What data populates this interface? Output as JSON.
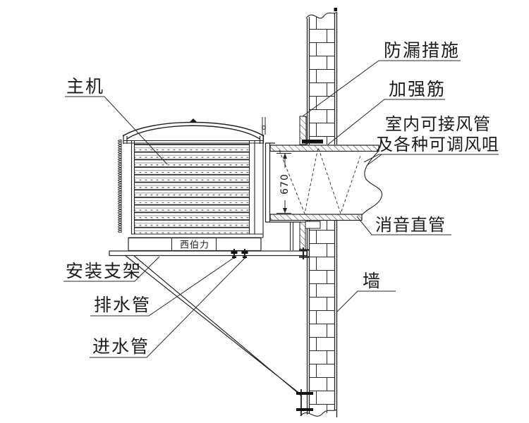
{
  "diagram": {
    "labels": {
      "main_unit": "主机",
      "leak_prevention": "防漏措施",
      "reinforcing_rib": "加强筋",
      "indoor_duct_note_line1": "室内可接风管",
      "indoor_duct_note_line2": "及各种可调风咀",
      "silencer_straight_duct": "消音直管",
      "wall": "墙",
      "mounting_bracket": "安装支架",
      "drain_pipe": "排水管",
      "water_inlet_pipe": "进水管"
    },
    "dimensions": {
      "duct_opening_height": "670"
    },
    "unit_brand": "西伯力"
  }
}
